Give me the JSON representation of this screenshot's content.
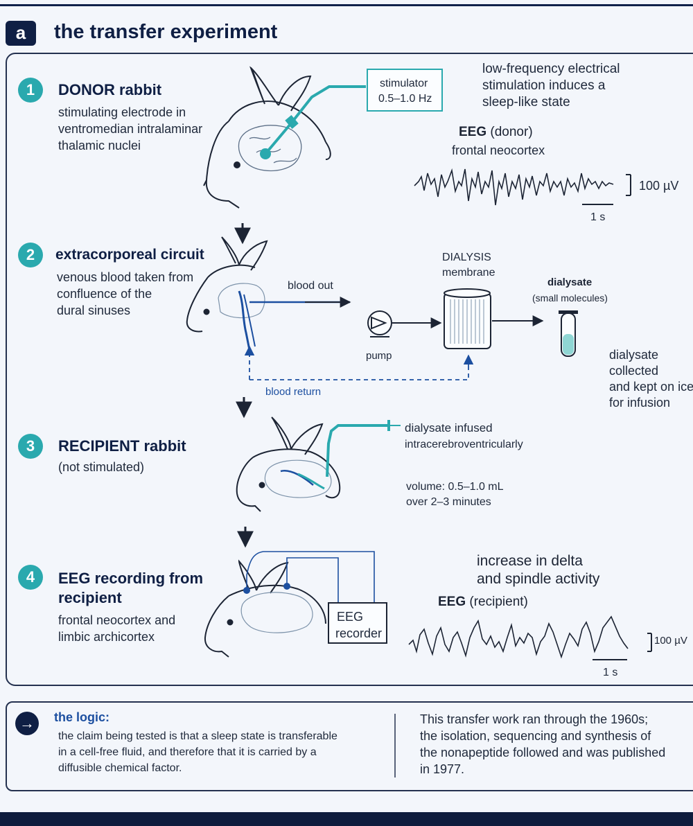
{
  "panel": {
    "badge": "a",
    "title": "the transfer experiment"
  },
  "steps": [
    {
      "number": "1",
      "title": "DONOR rabbit",
      "lines": [
        "stimulating electrode in",
        "ventromedian intralaminar",
        "thalamic nuclei"
      ]
    },
    {
      "number": "2",
      "title": "extracorporeal circuit",
      "lines": [
        "venous blood taken from",
        "confluence of the",
        "dural sinuses"
      ]
    },
    {
      "number": "3",
      "title": "RECIPIENT rabbit",
      "lines": [
        "(not stimulated)"
      ]
    },
    {
      "number": "4",
      "title_lines": [
        "EEG recording from",
        "recipient"
      ],
      "lines": [
        "frontal neocortex and",
        "limbic archicortex"
      ]
    }
  ],
  "stimulator": {
    "lines": [
      "stimulator",
      "0.5–1.0 Hz"
    ]
  },
  "donor_note": [
    "low-frequency electrical",
    "stimulation induces a",
    "sleep-like state"
  ],
  "eeg_donor": {
    "label_bold": "EEG",
    "label_rest": "(donor)",
    "region": "frontal neocortex",
    "scale_v": "100 µV",
    "scale_t": "1 s"
  },
  "circuit": {
    "blood_out": "blood out",
    "pump": "pump",
    "dialysis": [
      "DIALYSIS",
      "membrane"
    ],
    "dialysate": "dialysate",
    "dialysate_sub": "(small molecules)",
    "collected": [
      "dialysate",
      "collected",
      "and kept on ice",
      "for infusion"
    ],
    "blood_return": "blood return"
  },
  "infusion": {
    "lines": [
      "dialysate infused",
      "intracerebroventricularly"
    ],
    "volume": [
      "volume: 0.5–1.0 mL",
      "over 2–3 minutes"
    ]
  },
  "recorder": {
    "lines": [
      "EEG",
      "recorder"
    ]
  },
  "recipient_note": [
    "increase in delta",
    "and spindle activity"
  ],
  "eeg_recipient": {
    "label_bold": "EEG",
    "label_rest": "(recipient)",
    "scale_v": "100 µV",
    "scale_t": "1 s"
  },
  "logic": {
    "icon": "arrow-right-icon",
    "title": "the logic:",
    "lines": [
      "the claim being tested is that a sleep state is transferable",
      "in a cell-free fluid, and therefore that it is carried by a",
      "diffusible chemical factor."
    ],
    "history": [
      "This transfer work ran through the 1960s;",
      "the isolation, sequencing and synthesis of",
      "the nonapeptide followed and was published",
      "in 1977."
    ]
  },
  "colors": {
    "navy": "#0f1f44",
    "teal": "#2aa9ae",
    "blue": "#1c4fa0"
  }
}
